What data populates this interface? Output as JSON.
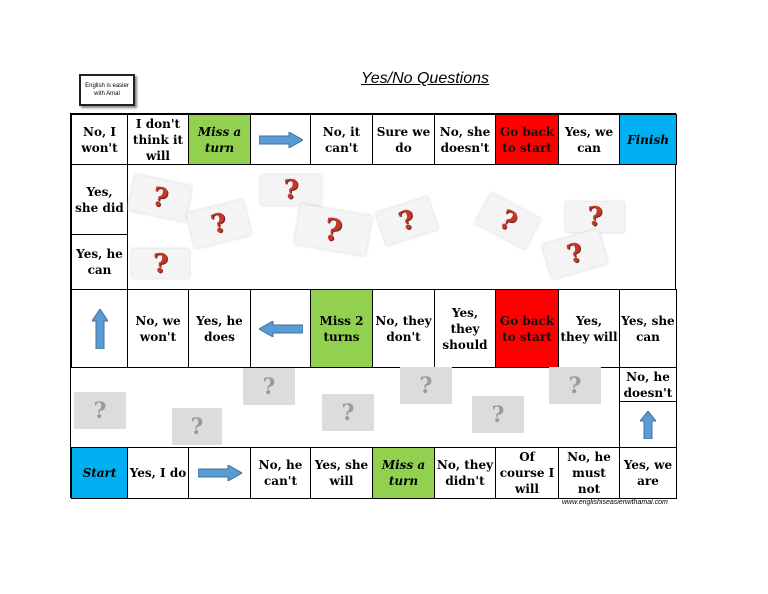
{
  "logo": {
    "text": "English is easier with Amal"
  },
  "title": "Yes/No Questions",
  "row1": [
    "No, I won't",
    "I don't think it will",
    "Miss a turn",
    "",
    "No, it can't",
    "Sure we do",
    "No, she doesn't",
    "Go back to start",
    "Yes, we can",
    "Finish"
  ],
  "left_column": [
    "Yes, she did",
    "Yes, he can"
  ],
  "row3": [
    "",
    "No, we won't",
    "Yes, he does",
    "",
    "Miss 2 turns",
    "No, they don't",
    "Yes, they should",
    "Go back to start",
    "Yes, they will",
    "Yes, she can"
  ],
  "right_column": [
    "No, he doesn't"
  ],
  "row5": [
    "Start",
    "Yes, I do",
    "",
    "No, he can't",
    "Yes, she will",
    "Miss a turn",
    "No, they didn't",
    "Of course I will",
    "No, he must not",
    "Yes, we are"
  ],
  "question_mark": "?",
  "footer_url": "www.englishiseasierwithamal.com",
  "colors": {
    "miss_turn": "#92d050",
    "go_back": "#ff0000",
    "start_finish": "#00b0f0",
    "arrow": "#5b9bd5"
  }
}
